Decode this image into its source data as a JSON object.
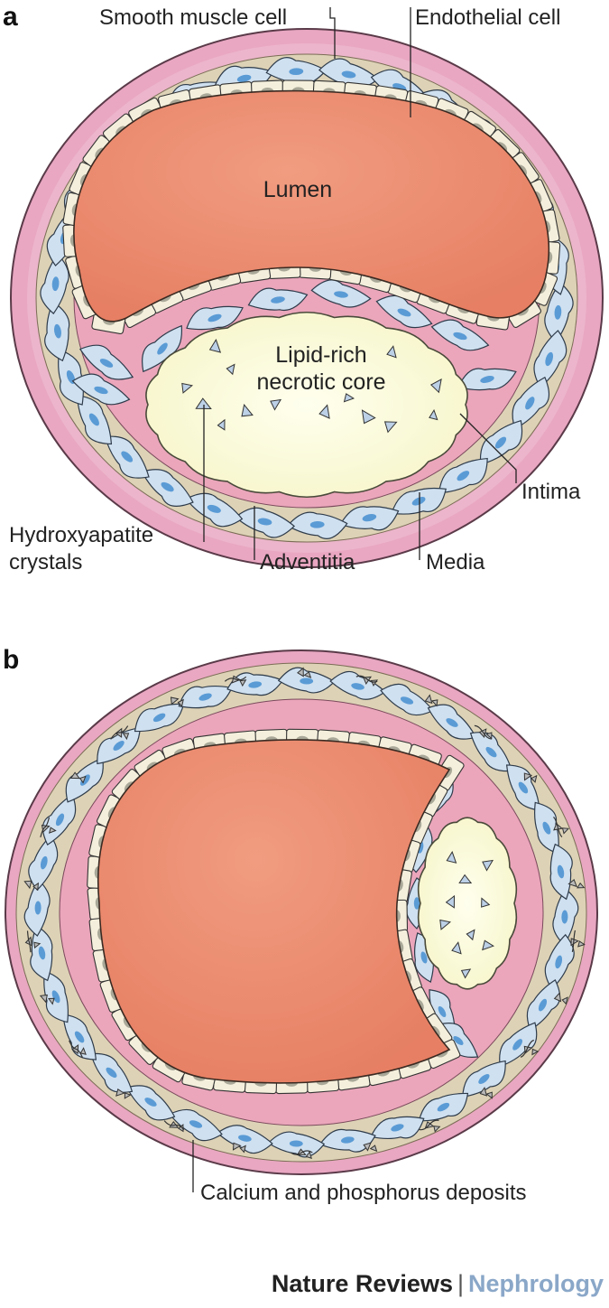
{
  "panels": [
    {
      "letter": "a",
      "labels": {
        "smooth_muscle": "Smooth muscle cell",
        "endothelial": "Endothelial cell",
        "lumen": "Lumen",
        "core_line1": "Lipid-rich",
        "core_line2": "necrotic core",
        "intima": "Intima",
        "hydroxy_line1": "Hydroxyapatite",
        "hydroxy_line2": "crystals",
        "adventitia": "Adventitia",
        "media": "Media"
      }
    },
    {
      "letter": "b",
      "labels": {
        "calcium": "Calcium and phosphorus deposits"
      }
    }
  ],
  "credit": {
    "publisher": "Nature Reviews",
    "separator": "|",
    "journal": "Nephrology"
  },
  "colors": {
    "adventitia": "#e9a7c1",
    "media": "#ddd2b6",
    "intima": "#eba6bb",
    "lumen": "#ec8868",
    "core": "#fbfbd8",
    "smooth_muscle_cell": "#cfe0f0",
    "smooth_muscle_nucleus": "#5a9bd5",
    "endothelial_cell": "#f4efdc",
    "endothelial_nucleus": "#a9a898",
    "crystal": "#bcd0e6",
    "deposit": "#b9b9b9"
  }
}
